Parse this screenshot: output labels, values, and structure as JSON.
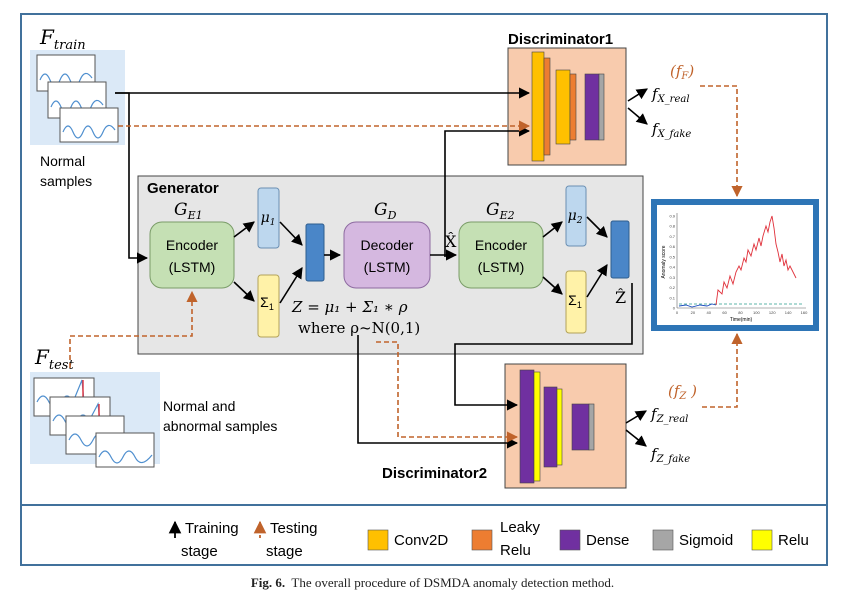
{
  "labels": {
    "f_train_main": "F",
    "f_train_sub": "train",
    "normal_samples_line1": "Normal",
    "normal_samples_line2": "samples",
    "generator": "Generator",
    "ge1_main": "G",
    "ge1_sub": "E1",
    "gd_main": "G",
    "gd_sub": "D",
    "ge2_main": "G",
    "ge2_sub": "E2",
    "encoder1_line1": "Encoder",
    "encoder1_line2": "(LSTM)",
    "decoder_line1": "Decoder",
    "decoder_line2": "(LSTM)",
    "encoder2_line1": "Encoder",
    "encoder2_line2": "(LSTM)",
    "mu1": "μ",
    "mu1_sub": "1",
    "sigma1": "Σ",
    "sigma1_sub": "1",
    "mu2": "μ",
    "mu2_sub": "2",
    "sigma2": "Σ",
    "sigma2_sub": "1",
    "xhat": "X̂",
    "zhat": "Ẑ",
    "z_formula": "Z = μ₁ + Σ₁ ∗ ρ",
    "where_formula": "where ρ~N(0,1)",
    "f_test_main": "F",
    "f_test_sub": "test",
    "normal_abnormal_line1": "Normal and",
    "normal_abnormal_line2": "abnormal samples",
    "discriminator1": "Discriminator1",
    "discriminator2": "Discriminator2",
    "fF": "(f",
    "fF_sub": "F",
    "fF_close": ")",
    "fx_real_main": "f",
    "fx_real_sub": "X_real",
    "fx_fake_main": "f",
    "fx_fake_sub": "X_fake",
    "fZ": "(f",
    "fZ_sub": "Z",
    "fZ_close": " )",
    "fz_real_main": "f",
    "fz_real_sub": "Z_real",
    "fz_fake_main": "f",
    "fz_fake_sub": "Z_fake"
  },
  "inset_plot": {
    "ylabel": "Anomaly score",
    "xlabel": "Time(min)",
    "xticks": [
      "0",
      "20",
      "40",
      "60",
      "80",
      "100",
      "120",
      "140",
      "160"
    ],
    "yticks": [
      "0",
      "0.1",
      "0.2",
      "0.3",
      "0.4",
      "0.5",
      "0.6",
      "0.7",
      "0.8",
      "0.9"
    ]
  },
  "legend": [
    {
      "kind": "arrow",
      "color": "#000000",
      "label_line1": "Training",
      "label_line2": "stage"
    },
    {
      "kind": "arrow",
      "color": "#c0632b",
      "label_line1": "Testing",
      "label_line2": "stage"
    },
    {
      "kind": "swatch",
      "color": "#ffc000",
      "label_line1": "Conv2D",
      "label_line2": ""
    },
    {
      "kind": "swatch",
      "color": "#ed7d31",
      "label_line1": "Leaky",
      "label_line2": "Relu"
    },
    {
      "kind": "swatch",
      "color": "#7030a0",
      "label_line1": "Dense",
      "label_line2": ""
    },
    {
      "kind": "swatch",
      "color": "#a6a6a6",
      "label_line1": "Sigmoid",
      "label_line2": ""
    },
    {
      "kind": "swatch",
      "color": "#ffff00",
      "label_line1": "Relu",
      "label_line2": ""
    }
  ],
  "caption": {
    "prefix": "Fig. 6.",
    "text": "The overall procedure of DSMDA anomaly detection method."
  },
  "colors": {
    "outer_border": "#41719c",
    "generator_bg": "#e6e6e6",
    "encoder_fill": "#c5e0b4",
    "decoder_fill": "#d5b8e0",
    "latent_small": "#bdd7ee",
    "latent_yellow": "#fff2a8",
    "latent_blue": "#4a86c8",
    "disc_bg": "#f8cbad",
    "test_arrow": "#c0632b",
    "inset_border": "#2e75b6"
  }
}
